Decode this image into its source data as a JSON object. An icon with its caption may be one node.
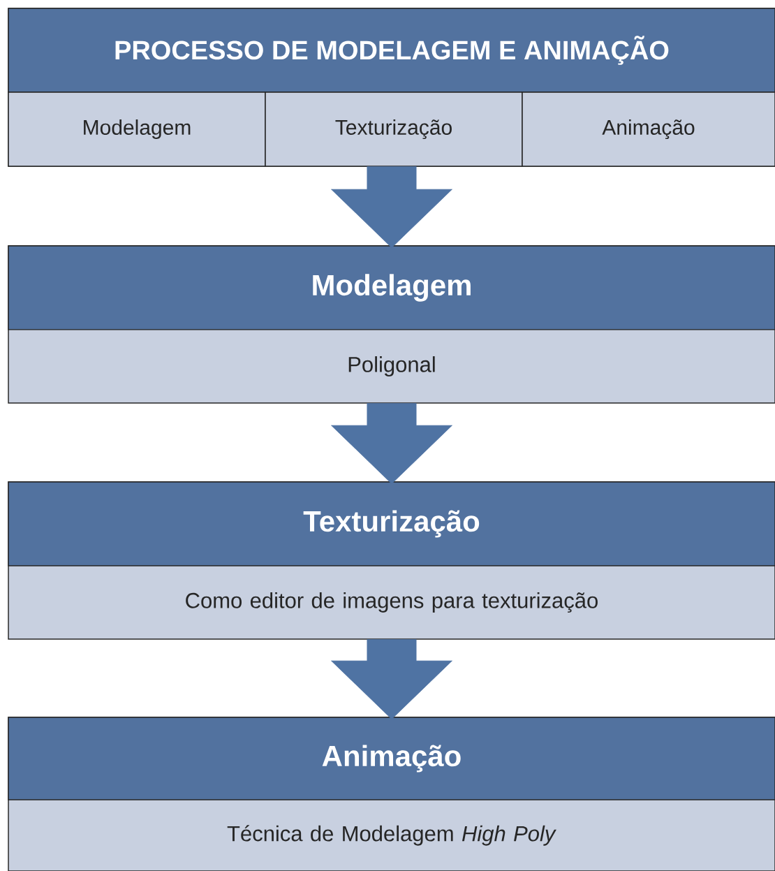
{
  "diagram": {
    "nodes": [
      {
        "text": [
          "PROCESSO DE MODELAGEM E ANIMAÇÃO"
        ]
      },
      {
        "text": [
          "Modelagem"
        ],
        "in": 0
      },
      {
        "text": [
          "Texturização"
        ],
        "in": 0
      },
      {
        "text": [
          "Animação"
        ],
        "in": 0
      },
      {
        "text": [
          "Modelagem",
          "Poligonal"
        ]
      },
      {
        "text": [
          "Texturização",
          "Como editor de imagens para texturização"
        ]
      },
      {
        "text": [
          "Animação",
          "Técnica de Modelagem *High Poly*"
        ]
      }
    ],
    "edges": [
      {
        "from": 0,
        "to": 4,
        "arrow": "to"
      },
      {
        "from": 4,
        "to": 5,
        "arrow": "to"
      },
      {
        "from": 5,
        "to": 6,
        "arrow": "to"
      }
    ]
  }
}
